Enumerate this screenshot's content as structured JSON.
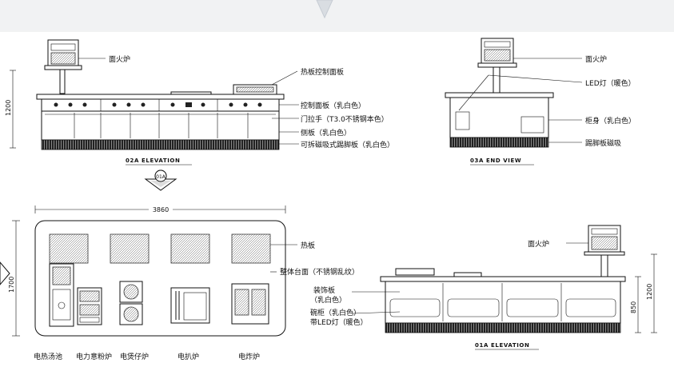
{
  "elevation_02a": {
    "caption": "02A    ELEVATION",
    "dimension": "1200",
    "section_mark": "01A",
    "labels": {
      "salamander": "面火炉",
      "hotplate_panel": "热板控制面板",
      "control_panel": "控制面板（乳白色）",
      "door_handle": "门拉手（T3.0不锈钢本色）",
      "side_panel": "侧板（乳白色）",
      "kickplate": "可拆磁吸式踢脚板（乳白色）"
    }
  },
  "end_view_03a": {
    "caption": "03A    END VIEW",
    "labels": {
      "salamander": "面火炉",
      "led": "LED灯（暖色）",
      "cabinet": "柜身（乳白色）",
      "kickplate": "踢脚板磁吸"
    }
  },
  "plan": {
    "dim_width": "3860",
    "dim_depth": "1700",
    "labels": {
      "hotplate": "热板",
      "countertop": "整体台面（不锈钢乱纹）"
    },
    "appliances": [
      "电热汤池",
      "电力意粉炉",
      "电煲仔炉",
      "电扒炉",
      "电炸炉"
    ]
  },
  "elevation_01a": {
    "caption": "01A    ELEVATION",
    "dim_850": "850",
    "dim_1200": "1200",
    "labels": {
      "salamander": "面火炉",
      "deco_panel": "装饰板",
      "deco_panel_color": "（乳白色）",
      "cabinet": "碗柜（乳白色）",
      "cabinet_led": "带LED灯（暖色）"
    }
  }
}
